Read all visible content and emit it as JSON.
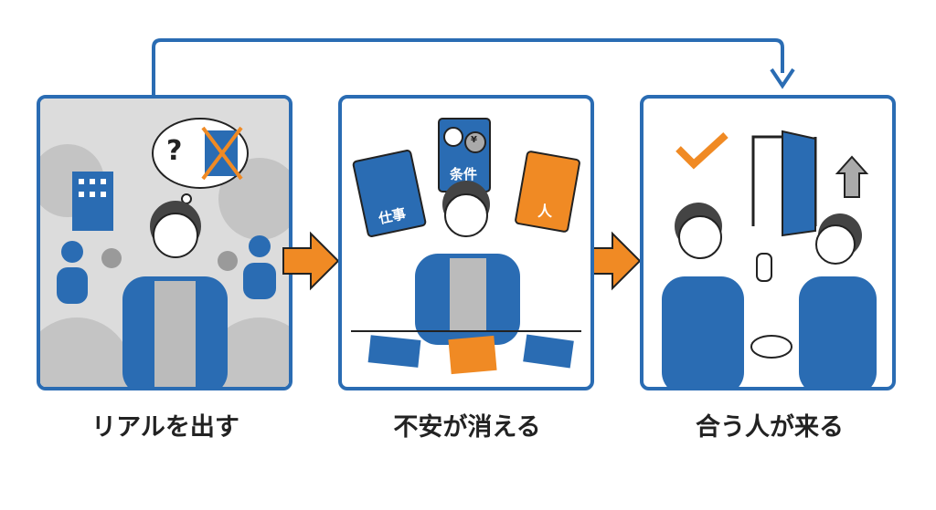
{
  "colors": {
    "blue": "#2a6cb3",
    "orange": "#f08a24",
    "gray": "#9a9a9a"
  },
  "steps": [
    {
      "caption": "リアルを出す",
      "thought_mark": "?"
    },
    {
      "caption": "不安が消える",
      "cards": [
        "仕事",
        "条件",
        "人"
      ],
      "yen": "¥"
    },
    {
      "caption": "合う人が来る"
    }
  ]
}
